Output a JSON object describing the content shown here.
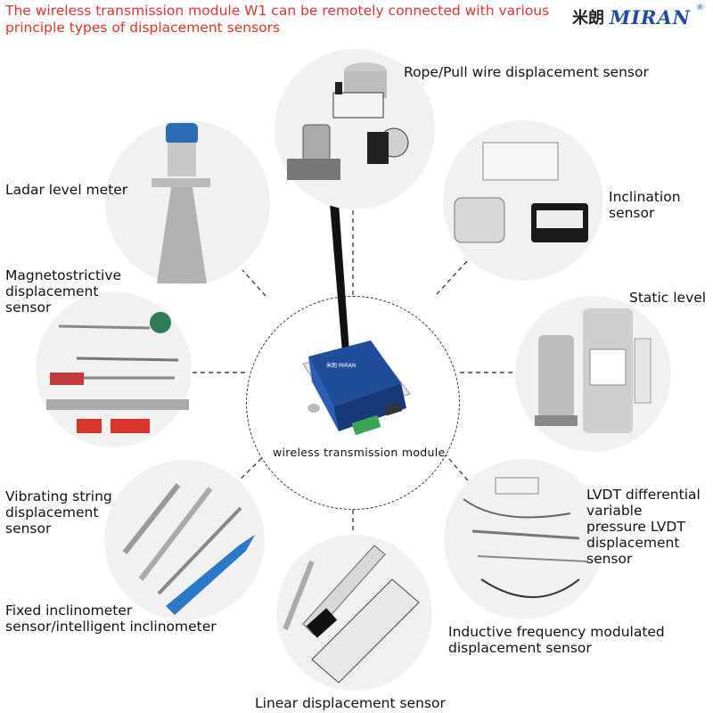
{
  "header": {
    "title": "The wireless transmission module W1 can be remotely connected with various principle types of displacement sensors",
    "brand_cn": "米朗",
    "brand_en": "MIRAN",
    "brand_reg": "®"
  },
  "center": {
    "label": "wireless transmission  module"
  },
  "sensors": {
    "rope": "Rope/Pull wire displacement sensor",
    "ladar": "Ladar level meter",
    "inclination": "Inclination\nsensor",
    "magneto": "Magnetostrictive\ndisplacement\nsensor",
    "static": "Static level",
    "vibrating": "Vibrating string\ndisplacement\nsensor",
    "lvdt": "LVDT differential\nvariable\npressure LVDT\ndisplacement\nsensor",
    "fixed": "Fixed inclinometer\nsensor/intelligent inclinometer",
    "inductive": "Inductive frequency modulated\ndisplacement sensor",
    "linear": "Linear displacement sensor"
  },
  "colors": {
    "title": "#e8302c",
    "brand": "#1f4aa8",
    "circle_bg": "#f1f1f2",
    "module_body": "#1f4d9a",
    "terminal": "#3aa655"
  }
}
